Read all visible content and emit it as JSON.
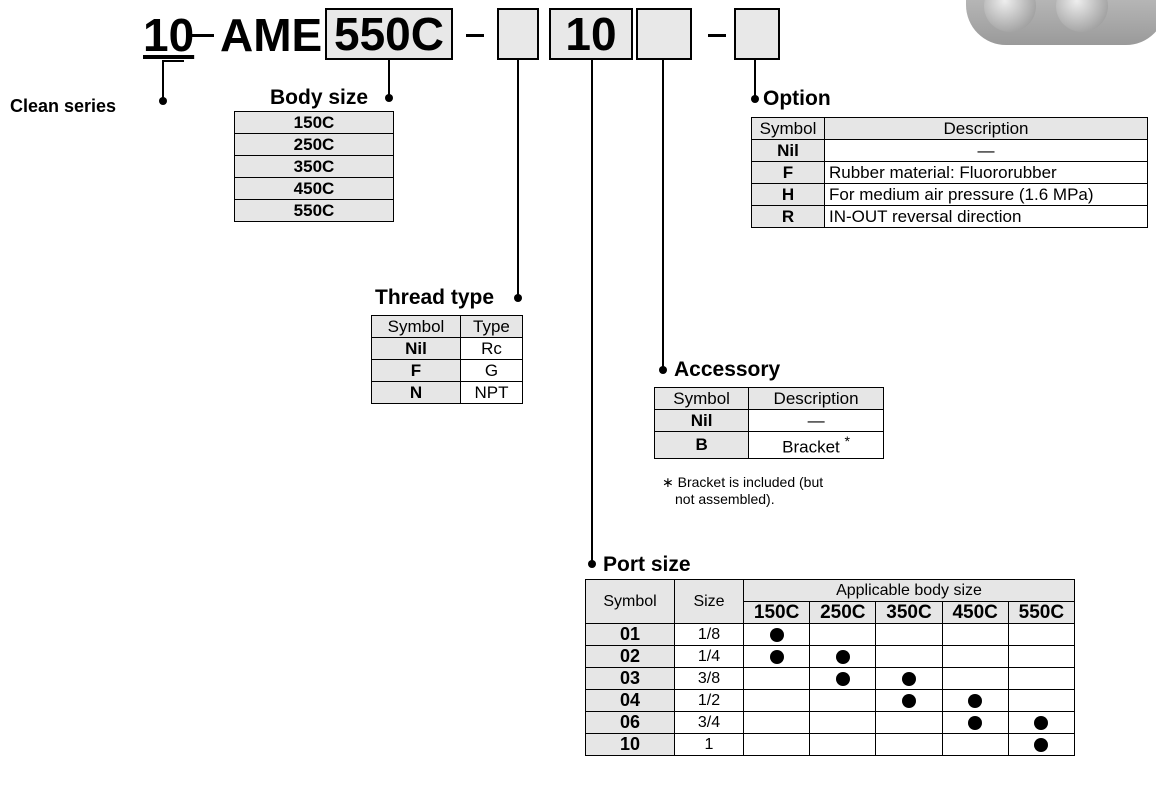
{
  "code": {
    "prefix": "10",
    "dash1": "-",
    "series": "AME",
    "size": "550C",
    "dash2": "-",
    "port": "10",
    "dash3": "-"
  },
  "clean_series": {
    "label": "Clean series"
  },
  "body_size": {
    "title": "Body size",
    "rows": [
      "150C",
      "250C",
      "350C",
      "450C",
      "550C"
    ]
  },
  "thread_type": {
    "title": "Thread type",
    "headers": [
      "Symbol",
      "Type"
    ],
    "rows": [
      {
        "symbol": "Nil",
        "type": "Rc"
      },
      {
        "symbol": "F",
        "type": "G"
      },
      {
        "symbol": "N",
        "type": "NPT"
      }
    ]
  },
  "option": {
    "title": "Option",
    "headers": [
      "Symbol",
      "Description"
    ],
    "rows": [
      {
        "symbol": "Nil",
        "desc": "—"
      },
      {
        "symbol": "F",
        "desc": "Rubber material: Fluororubber"
      },
      {
        "symbol": "H",
        "desc": "For medium air pressure (1.6 MPa)"
      },
      {
        "symbol": "R",
        "desc": "IN-OUT reversal direction"
      }
    ]
  },
  "accessory": {
    "title": "Accessory",
    "headers": [
      "Symbol",
      "Description"
    ],
    "rows": [
      {
        "symbol": "Nil",
        "desc": "—"
      },
      {
        "symbol": "B",
        "desc": "Bracket",
        "mark": "*"
      }
    ],
    "note_mark": "∗",
    "note_line1": "Bracket is included (but",
    "note_line2": "not assembled)."
  },
  "port_size": {
    "title": "Port size",
    "headers": {
      "symbol": "Symbol",
      "size": "Size",
      "applicable": "Applicable body size"
    },
    "body_sizes": [
      "150C",
      "250C",
      "350C",
      "450C",
      "550C"
    ],
    "rows": [
      {
        "symbol": "01",
        "size": "1/8",
        "applicable": [
          true,
          false,
          false,
          false,
          false
        ]
      },
      {
        "symbol": "02",
        "size": "1/4",
        "applicable": [
          true,
          true,
          false,
          false,
          false
        ]
      },
      {
        "symbol": "03",
        "size": "3/8",
        "applicable": [
          false,
          true,
          true,
          false,
          false
        ]
      },
      {
        "symbol": "04",
        "size": "1/2",
        "applicable": [
          false,
          false,
          true,
          true,
          false
        ]
      },
      {
        "symbol": "06",
        "size": "3/4",
        "applicable": [
          false,
          false,
          false,
          true,
          true
        ]
      },
      {
        "symbol": "10",
        "size": "1",
        "applicable": [
          false,
          false,
          false,
          false,
          true
        ]
      }
    ]
  }
}
